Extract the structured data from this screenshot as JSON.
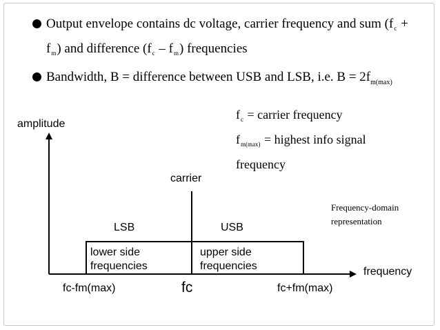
{
  "bullets": [
    {
      "part1": "Output envelope contains dc voltage, carrier frequency and sum (f",
      "sub_c1": "c",
      "part2": " + f",
      "sub_m1": "m",
      "part3": ") and difference (f",
      "sub_c2": "c",
      "part4": " – f",
      "sub_m2": "m",
      "part5": ") frequencies"
    },
    {
      "part1": "Bandwidth, B = difference between USB and LSB, i.e. B = 2f",
      "sub": "m(max)"
    }
  ],
  "definitions": {
    "fc_main": "f",
    "fc_sub": "c",
    "fc_rest": " = carrier frequency",
    "fm_main": "f",
    "fm_sub": "m(max)",
    "fm_rest": " = highest info signal frequency"
  },
  "note": "Frequency-domain representation",
  "diagram": {
    "y_axis_label": "amplitude",
    "x_axis_label": "frequency",
    "carrier_label": "carrier",
    "lsb_label": "LSB",
    "usb_label": "USB",
    "lower_box_text": "lower side frequencies",
    "upper_box_text": "upper side frequencies",
    "tick_left": "fc-fm(max)",
    "tick_center": "fc",
    "tick_right": "fc+fm(max)"
  }
}
